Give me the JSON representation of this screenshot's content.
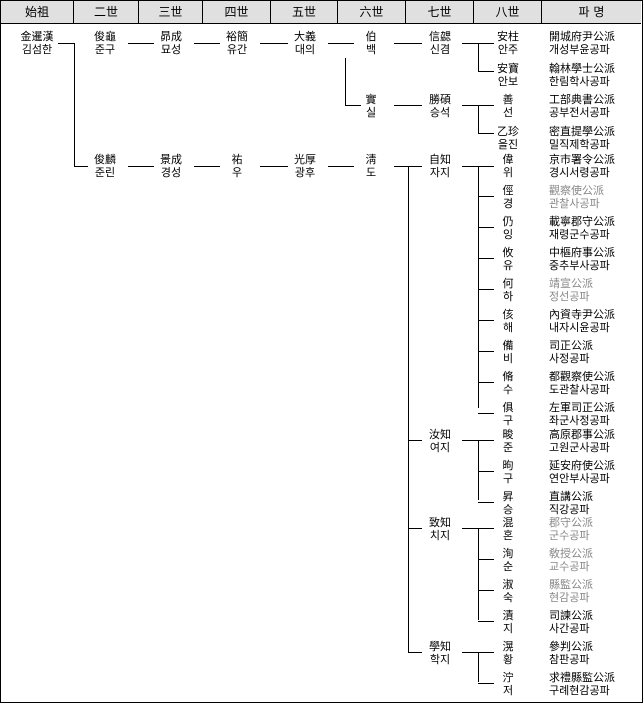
{
  "headers": [
    "始祖",
    "二世",
    "三世",
    "四世",
    "五世",
    "六世",
    "七世",
    "八世",
    "파 명"
  ],
  "founder": {
    "hanja": "金暹漢",
    "hangul": "김섬한"
  },
  "gen2": [
    {
      "hanja": "俊龜",
      "hangul": "준구"
    },
    {
      "hanja": "俊麟",
      "hangul": "준린"
    }
  ],
  "gen3": [
    {
      "hanja": "昴成",
      "hangul": "묘성"
    },
    {
      "hanja": "景成",
      "hangul": "경성"
    }
  ],
  "gen4": [
    {
      "hanja": "裕簡",
      "hangul": "유간"
    },
    {
      "hanja": "祐",
      "hangul": "우"
    }
  ],
  "gen5": [
    {
      "hanja": "大義",
      "hangul": "대의"
    },
    {
      "hanja": "光厚",
      "hangul": "광후"
    }
  ],
  "gen6": [
    {
      "hanja": "伯",
      "hangul": "백"
    },
    {
      "hanja": "實",
      "hangul": "실"
    },
    {
      "hanja": "淸",
      "hangul": "도"
    }
  ],
  "gen7": [
    {
      "hanja": "信勰",
      "hangul": "신겸"
    },
    {
      "hanja": "勝碩",
      "hangul": "승석"
    },
    {
      "hanja": "自知",
      "hangul": "자지"
    },
    {
      "hanja": "汝知",
      "hangul": "여지"
    },
    {
      "hanja": "致知",
      "hangul": "치지"
    },
    {
      "hanja": "學知",
      "hangul": "학지"
    }
  ],
  "gen8": [
    {
      "hanja": "安柱",
      "hangul": "안주",
      "pa1": "開城府尹公派",
      "pa2": "개성부윤공파",
      "gray": false
    },
    {
      "hanja": "安寶",
      "hangul": "안보",
      "pa1": "翰林學士公派",
      "pa2": "한림학사공파",
      "gray": false
    },
    {
      "hanja": "善",
      "hangul": "선",
      "pa1": "工部典書公派",
      "pa2": "공부전서공파",
      "gray": false
    },
    {
      "hanja": "乙珍",
      "hangul": "을진",
      "pa1": "密直提學公派",
      "pa2": "밀직제학공파",
      "gray": false
    },
    {
      "hanja": "偉",
      "hangul": "위",
      "pa1": "京市署令公派",
      "pa2": "경시서령공파",
      "gray": false
    },
    {
      "hanja": "俓",
      "hangul": "경",
      "pa1": "觀察使公派",
      "pa2": "관찰사공파",
      "gray": true
    },
    {
      "hanja": "仍",
      "hangul": "잉",
      "pa1": "載寧郡守公派",
      "pa2": "재령군수공파",
      "gray": false
    },
    {
      "hanja": "攸",
      "hangul": "유",
      "pa1": "中樞府事公派",
      "pa2": "중추부사공파",
      "gray": false
    },
    {
      "hanja": "何",
      "hangul": "하",
      "pa1": "靖宣公派",
      "pa2": "정선공파",
      "gray": true
    },
    {
      "hanja": "侅",
      "hangul": "해",
      "pa1": "內資寺尹公派",
      "pa2": "내자시윤공파",
      "gray": false
    },
    {
      "hanja": "備",
      "hangul": "비",
      "pa1": "司正公派",
      "pa2": "사정공파",
      "gray": false
    },
    {
      "hanja": "脩",
      "hangul": "수",
      "pa1": "都觀察使公派",
      "pa2": "도관찰사공파",
      "gray": false
    },
    {
      "hanja": "俱",
      "hangul": "구",
      "pa1": "左軍司正公派",
      "pa2": "좌군사정공파",
      "gray": false
    },
    {
      "hanja": "畯",
      "hangul": "준",
      "pa1": "高原郡事公派",
      "pa2": "고원군사공파",
      "gray": false
    },
    {
      "hanja": "昫",
      "hangul": "구",
      "pa1": "延安府使公派",
      "pa2": "연안부사공파",
      "gray": false
    },
    {
      "hanja": "昇",
      "hangul": "승",
      "pa1": "直講公派",
      "pa2": "직강공파",
      "gray": false
    },
    {
      "hanja": "混",
      "hangul": "혼",
      "pa1": "郡守公派",
      "pa2": "군수공파",
      "gray": true
    },
    {
      "hanja": "洵",
      "hangul": "순",
      "pa1": "敎授公派",
      "pa2": "교수공파",
      "gray": true
    },
    {
      "hanja": "淑",
      "hangul": "숙",
      "pa1": "縣監公派",
      "pa2": "현감공파",
      "gray": true
    },
    {
      "hanja": "漬",
      "hangul": "지",
      "pa1": "司諫公派",
      "pa2": "사간공파",
      "gray": false
    },
    {
      "hanja": "滉",
      "hangul": "황",
      "pa1": "參判公派",
      "pa2": "참판공파",
      "gray": false
    },
    {
      "hanja": "泞",
      "hangul": "저",
      "pa1": "求禮縣監公派",
      "pa2": "구례현감공파",
      "gray": false
    }
  ]
}
